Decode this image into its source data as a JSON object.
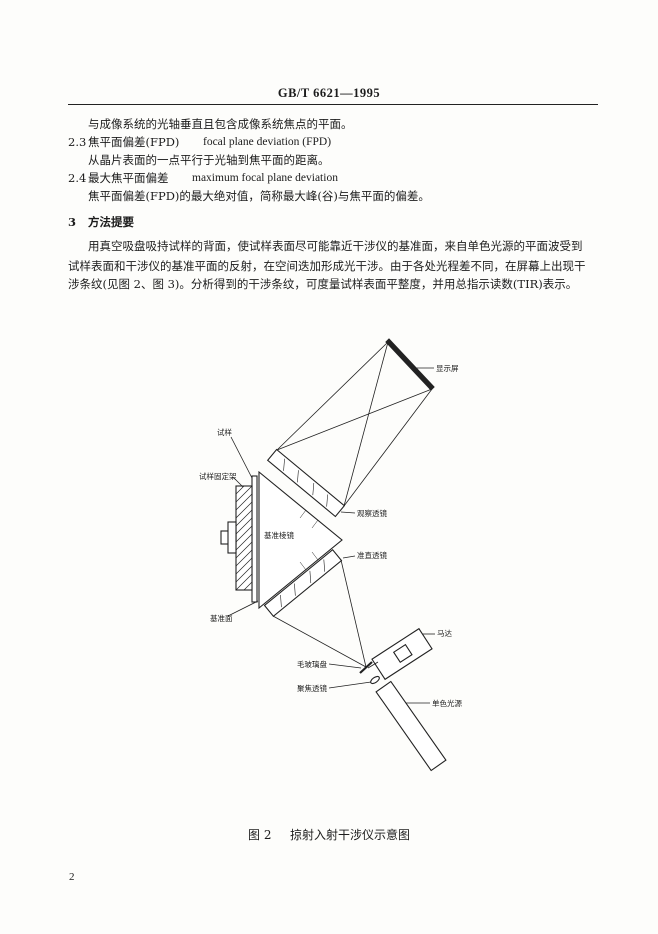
{
  "header": {
    "standard_code": "GB/T 6621—1995"
  },
  "body": {
    "continuation": "与成像系统的光轴垂直且包含成像系统焦点的平面。",
    "terms": [
      {
        "number": "2.3",
        "term_zh": "焦平面偏差(FPD)",
        "term_en": "focal plane deviation (FPD)",
        "definition": "从晶片表面的一点平行于光轴到焦平面的距离。"
      },
      {
        "number": "2.4",
        "term_zh": "最大焦平面偏差",
        "term_en": "maximum focal plane deviation",
        "definition": "焦平面偏差(FPD)的最大绝对值，简称最大峰(谷)与焦平面的偏差。"
      }
    ],
    "section": {
      "number": "3",
      "title": "方法提要",
      "lines": [
        "用真空吸盘吸持试样的背面，使试样表面尽可能靠近干涉仪的基准面，来自单色光源的平面波受到",
        "试样表面和干涉仪的基准平面的反射，在空间迭加形成光干涉。由于各处光程差不同，在屏幕上出现干",
        "涉条纹(见图 2、图 3)。分析得到的干涉条纹，可度量试样表面平整度，并用总指示读数(TIR)表示。"
      ]
    }
  },
  "figure": {
    "labels": {
      "display_screen": "显示屏",
      "sample": "试样",
      "sample_holder": "试样固定架",
      "observation_lens": "观察透镜",
      "reference_prism": "基准棱镜",
      "collimating_lens": "准直透镜",
      "reference_surface": "基准面",
      "motor": "马达",
      "ground_glass_disc": "毛玻璃盘",
      "focusing_lens": "聚焦透镜",
      "light_source": "单色光源"
    },
    "caption_number": "图 2",
    "caption_title": "掠射入射干涉仪示意图"
  },
  "footer": {
    "page_number": "2"
  }
}
